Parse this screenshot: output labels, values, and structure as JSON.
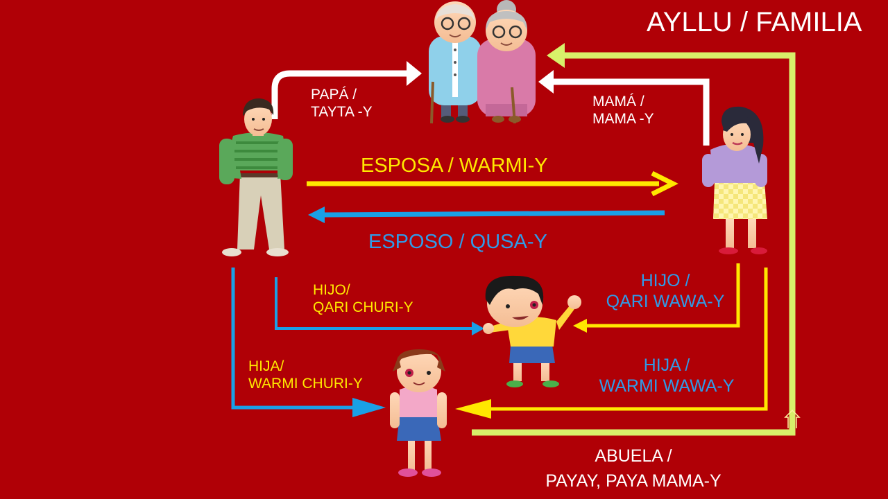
{
  "title": "AYLLU / FAMILIA",
  "colors": {
    "background": "#b00006",
    "white": "#ffffff",
    "yellow": "#ffe800",
    "blue": "#1aa0e6",
    "lime": "#d8f06a"
  },
  "labels": {
    "papa": [
      "PAPÁ /",
      "TAYTA -Y"
    ],
    "mama": [
      "MAMÁ /",
      "MAMA -Y"
    ],
    "esposa": "ESPOSA  / WARMI-Y",
    "esposo": "ESPOSO  / QUSA-Y",
    "hijo_father": [
      "HIJO/",
      "QARI CHURI-Y"
    ],
    "hijo_mother": [
      "HIJO /",
      "QARI WAWA-Y"
    ],
    "hija_father": [
      "HIJA/",
      "WARMI CHURI-Y"
    ],
    "hija_mother": [
      "HIJA /",
      "WARMI WAWA-Y"
    ],
    "abuela": [
      "ABUELA /",
      "PAYAY, PAYA MAMA-Y"
    ]
  },
  "figures": {
    "grandparents": "grandparents-illustration",
    "father": "man-illustration",
    "mother": "woman-illustration",
    "son": "boy-illustration",
    "daughter": "girl-illustration"
  }
}
